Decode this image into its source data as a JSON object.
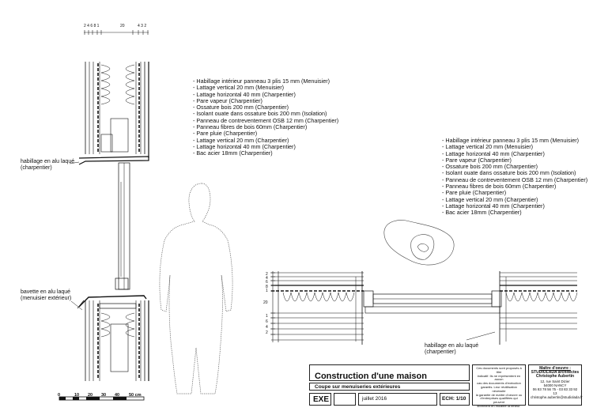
{
  "top_dims": {
    "left": "2 4 6  8 1",
    "middle": "20",
    "right": "4  3 2"
  },
  "section_left_dims": [
    "2",
    "4",
    "6",
    "8",
    "1",
    "20",
    "1",
    "6",
    "4",
    "2"
  ],
  "layers_top": [
    "Habillage intérieur panneau 3 plis 15 mm (Menuisier)",
    "Lattage vertical 20 mm (Menuisier)",
    "Lattage horizontal 40 mm (Charpentier)",
    "Pare vapeur (Charpentier)",
    "Ossature bois 200 mm (Charpentier)",
    "Isolant ouate dans ossature bois 200 mm (Isolation)",
    "Panneau de contreventement OSB 12 mm (Charpentier)",
    "Panneau fibres de  bois 60mm (Charpentier)",
    "Pare pluie (Charpentier)",
    "Lattage vertical 20 mm (Charpentier)",
    "Lattage horizontal 40 mm (Charpentier)",
    "Bac acier 18mm (Charpentier)"
  ],
  "layers_right": [
    "Habillage intérieur panneau 3 plis 15 mm (Menuisier)",
    "Lattage vertical 20 mm (Menuisier)",
    "Lattage horizontal 40 mm (Charpentier)",
    "Pare vapeur (Charpentier)",
    "Ossature bois 200 mm (Charpentier)",
    "Isolant ouate dans ossature bois 200 mm (Isolation)",
    "Panneau de contreventement OSB 12 mm (Charpentier)",
    "Panneau fibres de  bois 60mm (Charpentier)",
    "Pare pluie (Charpentier)",
    "Lattage vertical 20 mm (Charpentier)",
    "Lattage horizontal 40 mm (Charpentier)",
    "Bac acier 18mm (Charpentier)"
  ],
  "labels": {
    "habillage_left": [
      "habillage en alu laqué",
      "(charpentier)"
    ],
    "bavette": [
      "bavette en alu laqué",
      "(menuisier extérieur)"
    ],
    "habillage_bottom": [
      "habillage en alu laqué",
      "(charpentier)"
    ]
  },
  "scale_bar": {
    "ticks": [
      "0",
      "10",
      "20",
      "30",
      "40",
      "50 cm"
    ]
  },
  "title_block": {
    "project": "Construction d'une maison",
    "subtitle": "Coupe sur menuiseries extérieures",
    "phase": "EXE",
    "date": "juillet 2016",
    "scale": "ECH: 1/10",
    "disclaimer": [
      "Ces documents sont proposés à titre",
      "indicatif. Ils ne représentent en aucun",
      "cas des documents d'exécution",
      "garantis. Leur réutilisation nécessite",
      "la garantie de maître d'oeuvre ou",
      "d'entreprises qualifiées qui peuvent",
      "librement en modifier la teneur."
    ],
    "architect": [
      "Maître d'oeuvre :",
      "STUDIOLADA architectes",
      "Christophe Aubertin",
      "12, rue Saint Dizier",
      "54000 NANCY",
      "06 83 78 56 75 - 03 83 33 92 13",
      "christophe.aubertin@studiolada.fr"
    ]
  }
}
